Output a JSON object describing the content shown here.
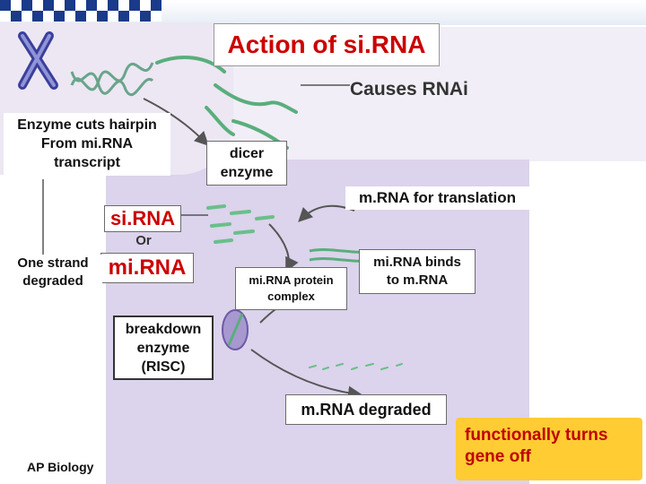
{
  "slide": {
    "title": "Action of si.RNA",
    "subtitle": "Causes RNAi",
    "footer": "AP Biology"
  },
  "labels": {
    "enzyme_cuts": [
      "Enzyme cuts hairpin",
      "From mi.RNA",
      "transcript"
    ],
    "dicer": [
      "dicer",
      "enzyme"
    ],
    "mrna_translation": "m.RNA for translation",
    "sirna": "si.RNA",
    "or": "Or",
    "mirna": "mi.RNA",
    "one_strand": [
      "One strand",
      "degraded"
    ],
    "protein_complex": [
      "mi.RNA protein",
      "complex"
    ],
    "binds": [
      "mi.RNA binds",
      "to m.RNA"
    ],
    "breakdown": [
      "breakdown",
      "enzyme",
      "(RISC)"
    ],
    "degraded": "m.RNA degraded",
    "callout": [
      "functionally turns",
      "gene off"
    ]
  },
  "colors": {
    "title_red": "#cc0000",
    "callout_bg": "#ffcc33",
    "rna_green": "#7fc296",
    "cell_purple": "#dcd3ec"
  }
}
